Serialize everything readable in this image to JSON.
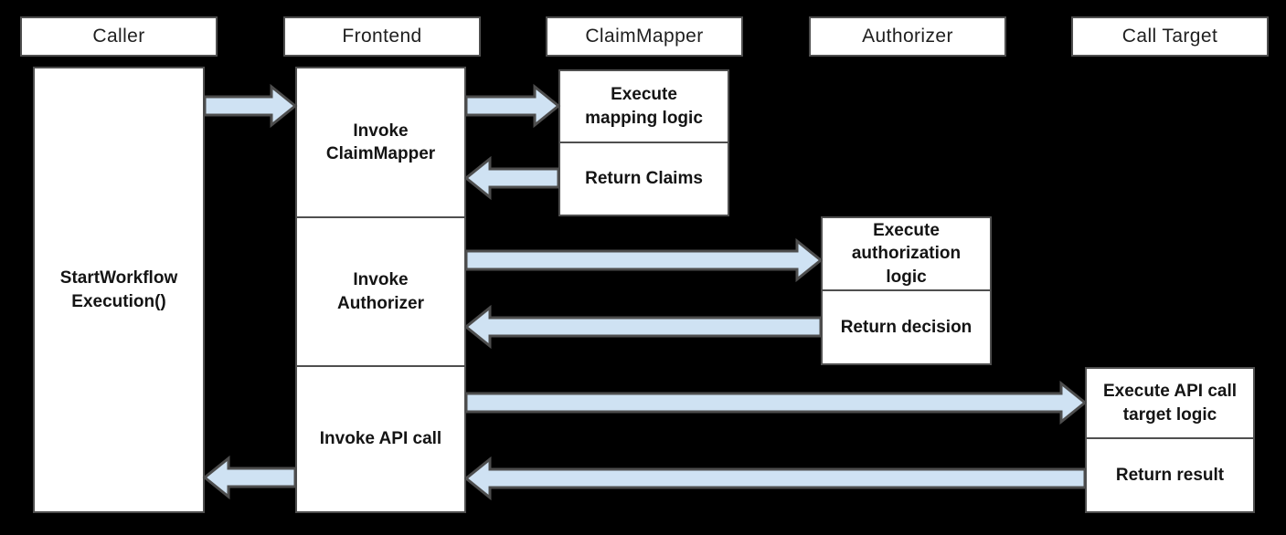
{
  "colors": {
    "background": "#000000",
    "box_fill": "#ffffff",
    "box_border": "#4f4f4f",
    "arrow_fill": "#cfe2f3",
    "arrow_stroke": "#4d4d4d",
    "text": "#141414"
  },
  "lanes": [
    {
      "label": "Caller"
    },
    {
      "label": "Frontend"
    },
    {
      "label": "ClaimMapper"
    },
    {
      "label": "Authorizer"
    },
    {
      "label": "Call Target"
    }
  ],
  "caller": {
    "activity": "StartWorkflow\nExecution()"
  },
  "frontend": {
    "steps": [
      {
        "label": "Invoke\nClaimMapper"
      },
      {
        "label": "Invoke\nAuthorizer"
      },
      {
        "label": "Invoke API call"
      }
    ]
  },
  "claim_mapper": {
    "execute": "Execute\nmapping logic",
    "return": "Return Claims"
  },
  "authorizer": {
    "execute": "Execute\nauthorization\nlogic",
    "return": "Return decision"
  },
  "call_target": {
    "execute": "Execute API call\ntarget logic",
    "return": "Return result"
  }
}
